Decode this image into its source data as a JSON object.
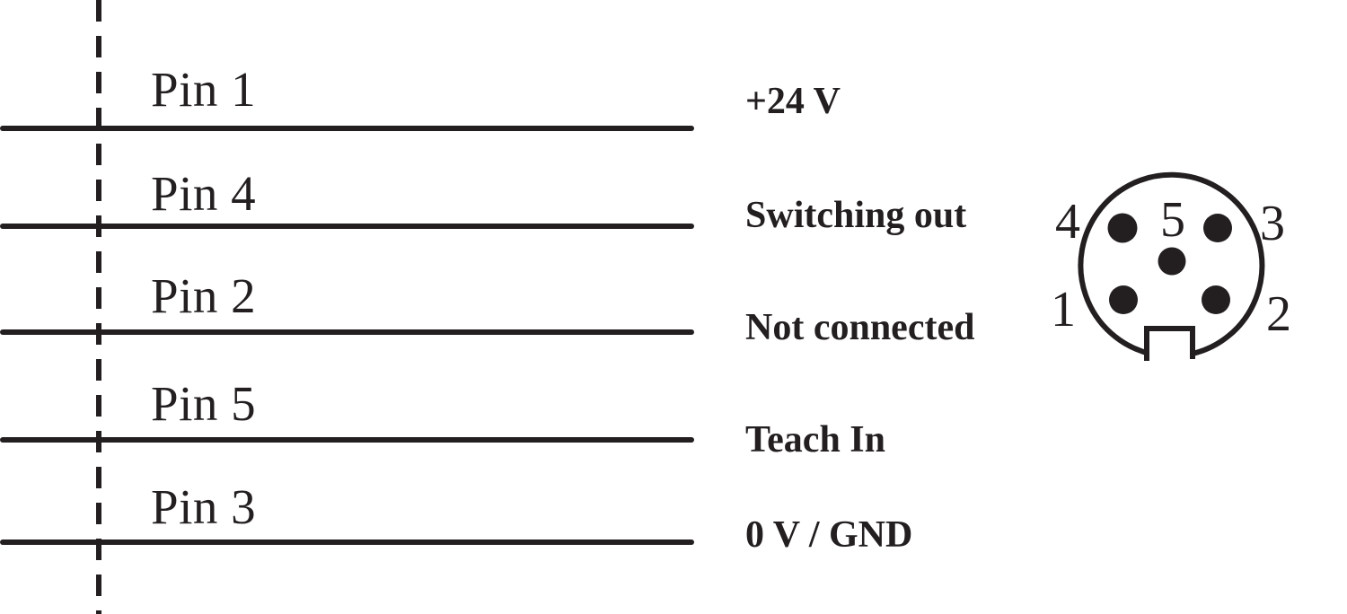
{
  "colors": {
    "ink": "#231f20",
    "background": "#ffffff"
  },
  "wiring": {
    "rows": [
      {
        "pin_label": "Pin 1",
        "signal_label": "+24 V"
      },
      {
        "pin_label": "Pin 4",
        "signal_label": "Switching out"
      },
      {
        "pin_label": "Pin 2",
        "signal_label": "Not connected"
      },
      {
        "pin_label": "Pin 5",
        "signal_label": "Teach In"
      },
      {
        "pin_label": "Pin 3",
        "signal_label": "0 V / GND"
      }
    ]
  },
  "connector": {
    "description": "5-pin circular connector face with bottom keyway notch",
    "pin_numbers": {
      "top_left": "4",
      "top_center": "5",
      "top_right": "3",
      "bottom_left": "1",
      "bottom_right": "2"
    }
  }
}
